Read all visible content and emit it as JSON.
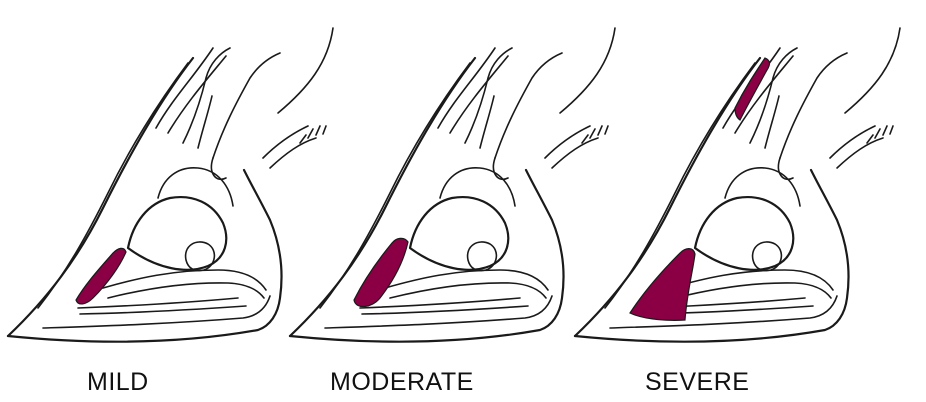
{
  "labels": {
    "mild": "MILD",
    "moderate": "MODERATE",
    "severe": "SEVERE"
  },
  "colors": {
    "highlight": "#8b0045",
    "line": "#1a1a1a",
    "background": "#ffffff"
  }
}
